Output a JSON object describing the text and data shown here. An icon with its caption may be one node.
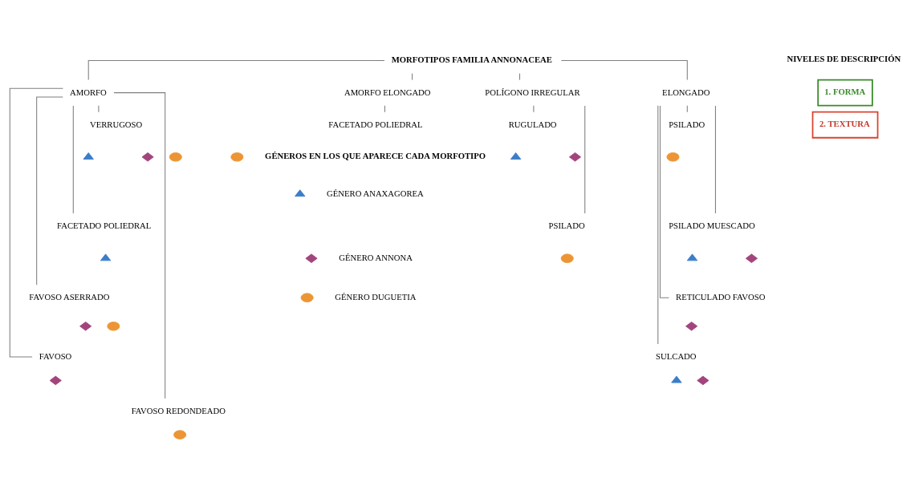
{
  "diagram": {
    "nodes": [
      {
        "text": [
          "MORFOTIPOS FAMILIA ANNONACEAE"
        ]
      },
      {
        "text": [
          "AMORFO"
        ]
      },
      {
        "text": [
          "AMORFO ELONGADO"
        ]
      },
      {
        "text": [
          "POLÍGONO IRREGULAR"
        ]
      },
      {
        "text": [
          "ELONGADO"
        ]
      },
      {
        "text": [
          "VERRUGOSO"
        ]
      },
      {
        "text": [
          "FACETADO POLIEDRAL"
        ]
      },
      {
        "text": [
          "FAVOSO ASERRADO"
        ]
      },
      {
        "text": [
          "FAVOSO"
        ]
      },
      {
        "text": [
          "FAVOSO REDONDEADO"
        ]
      },
      {
        "text": [
          "FACETADO POLIEDRAL"
        ]
      },
      {
        "text": [
          "RUGULADO"
        ]
      },
      {
        "text": [
          "PSILADO"
        ]
      },
      {
        "text": [
          "PSILADO"
        ]
      },
      {
        "text": [
          "PSILADO MUESCADO"
        ]
      },
      {
        "text": [
          "RETICULADO FAVOSO"
        ]
      },
      {
        "text": [
          "SULCADO"
        ]
      },
      {
        "text": [
          "1. FORMA"
        ]
      },
      {
        "text": [
          "2. TEXTURA"
        ]
      }
    ],
    "edges": [
      {
        "from": 0,
        "to": 1,
        "arrow": "none"
      },
      {
        "from": 0,
        "to": 2,
        "arrow": "none"
      },
      {
        "from": 0,
        "to": 3,
        "arrow": "none"
      },
      {
        "from": 0,
        "to": 4,
        "arrow": "none"
      },
      {
        "from": 1,
        "to": 5,
        "arrow": "none"
      },
      {
        "from": 1,
        "to": 6,
        "arrow": "none"
      },
      {
        "from": 1,
        "to": 7,
        "arrow": "none"
      },
      {
        "from": 1,
        "to": 8,
        "arrow": "none"
      },
      {
        "from": 1,
        "to": 9,
        "arrow": "none"
      },
      {
        "from": 2,
        "to": 10,
        "arrow": "none"
      },
      {
        "from": 3,
        "to": 11,
        "arrow": "none"
      },
      {
        "from": 3,
        "to": 12,
        "arrow": "none"
      },
      {
        "from": 4,
        "to": 13,
        "arrow": "none"
      },
      {
        "from": 4,
        "to": 14,
        "arrow": "none"
      },
      {
        "from": 4,
        "to": 15,
        "arrow": "none"
      },
      {
        "from": 4,
        "to": 16,
        "arrow": "none"
      }
    ],
    "labels": [
      "NIVELES DE DESCRIPCIÓN",
      "GÉNEROS EN LOS QUE APARECE CADA MORFOTIPO"
    ],
    "legend": [
      {
        "text": "GÉNERO ANAXAGOREA"
      },
      {
        "text": "GÉNERO ANNONA"
      },
      {
        "text": "GÉNERO DUGUETIA"
      }
    ]
  }
}
